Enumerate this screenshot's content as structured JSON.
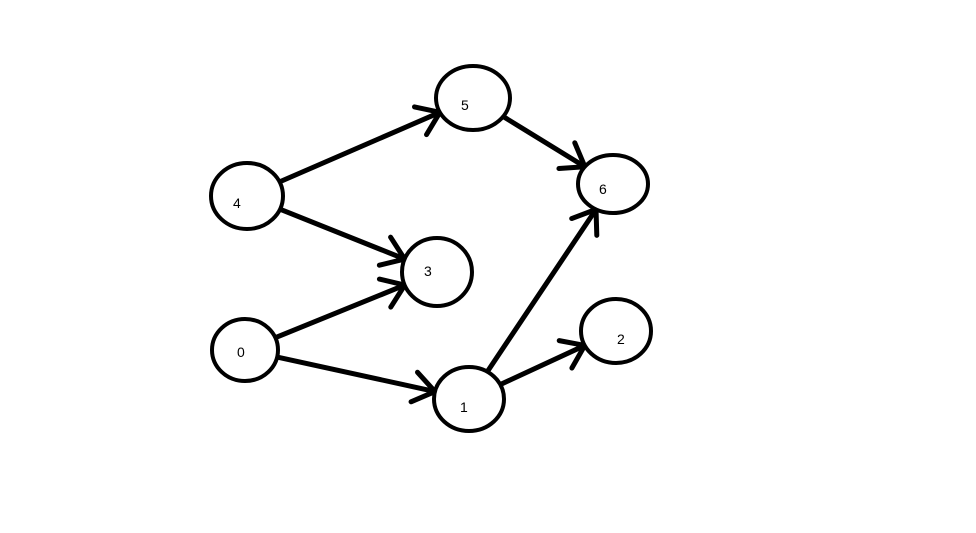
{
  "diagram": {
    "type": "directed-graph",
    "nodes": [
      {
        "id": "n4",
        "label": "4"
      },
      {
        "id": "n5",
        "label": "5"
      },
      {
        "id": "n3",
        "label": "3"
      },
      {
        "id": "n0",
        "label": "0"
      },
      {
        "id": "n1",
        "label": "1"
      },
      {
        "id": "n6",
        "label": "6"
      },
      {
        "id": "n2",
        "label": "2"
      }
    ],
    "edges": [
      {
        "from": "n4",
        "to": "n5"
      },
      {
        "from": "n4",
        "to": "n3"
      },
      {
        "from": "n0",
        "to": "n3"
      },
      {
        "from": "n0",
        "to": "n1"
      },
      {
        "from": "n5",
        "to": "n6"
      },
      {
        "from": "n1",
        "to": "n6"
      },
      {
        "from": "n1",
        "to": "n2"
      }
    ],
    "colors": {
      "stroke": "#000000",
      "background": "#ffffff"
    }
  }
}
